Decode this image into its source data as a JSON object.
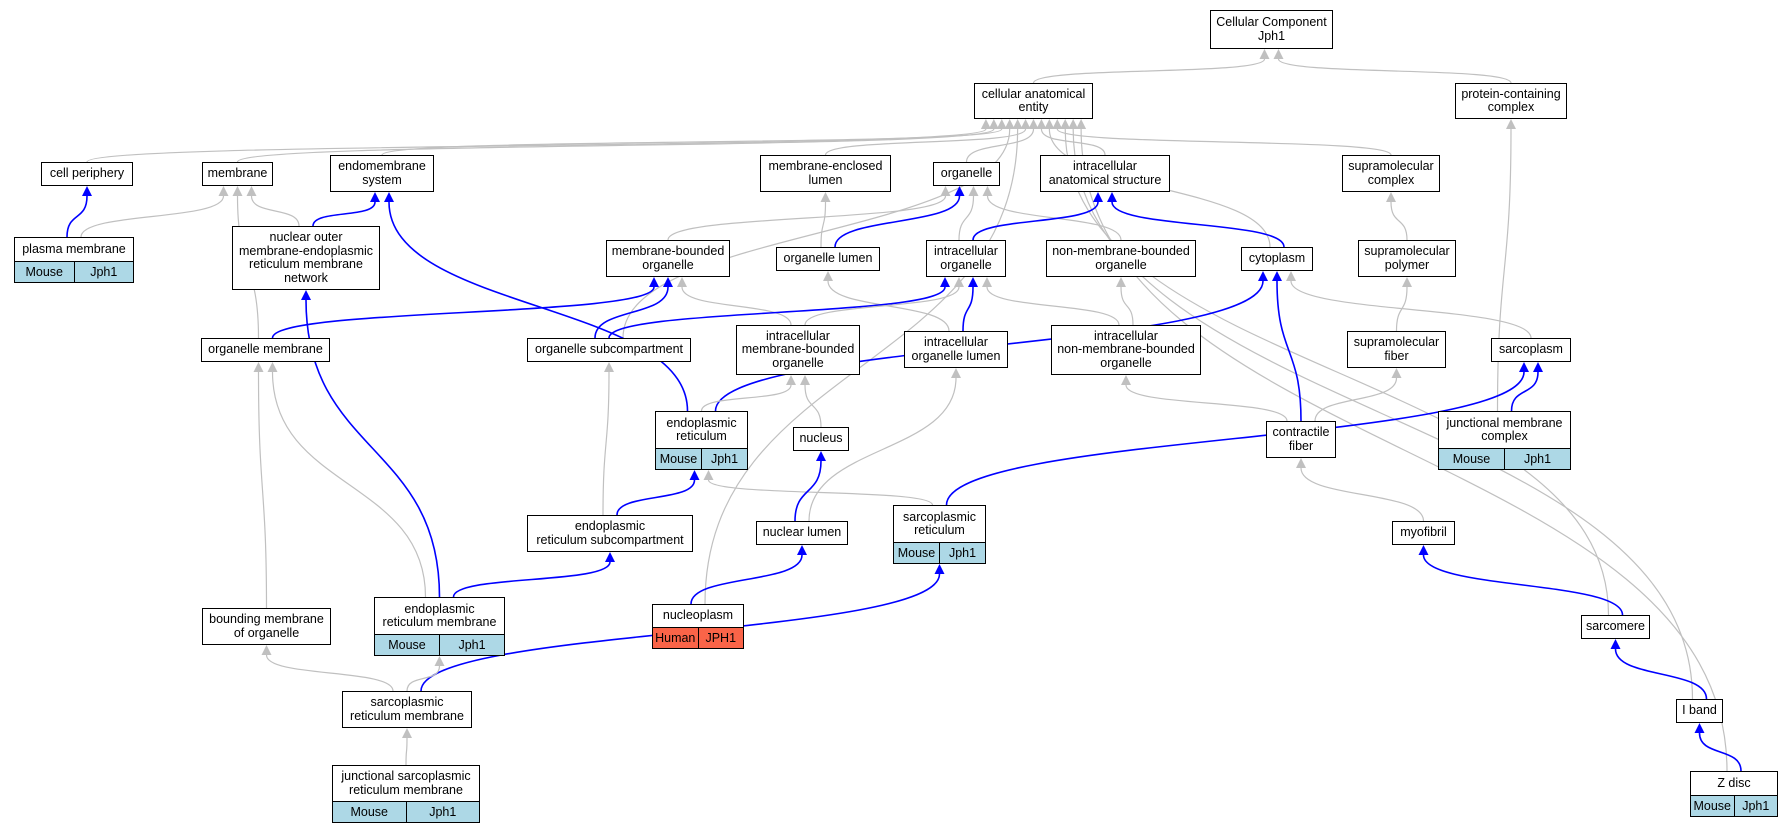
{
  "colors": {
    "is_a": "#c0c0c0",
    "part_of": "#0000ff",
    "mouse": "#add8e6",
    "human": "#fa6448"
  },
  "nodes": {
    "cc": {
      "lines": [
        "Cellular Component",
        "Jph1"
      ]
    },
    "cae": {
      "lines": [
        "cellular anatomical",
        "entity"
      ]
    },
    "pcc": {
      "lines": [
        "protein-containing",
        "complex"
      ]
    },
    "cp": {
      "lines": [
        "cell periphery"
      ]
    },
    "mem": {
      "lines": [
        "membrane"
      ]
    },
    "ems": {
      "lines": [
        "endomembrane",
        "system"
      ]
    },
    "mel": {
      "lines": [
        "membrane-enclosed",
        "lumen"
      ]
    },
    "org": {
      "lines": [
        "organelle"
      ]
    },
    "ias": {
      "lines": [
        "intracellular",
        "anatomical structure"
      ]
    },
    "smc": {
      "lines": [
        "supramolecular",
        "complex"
      ]
    },
    "pm": {
      "lines": [
        "plasma membrane"
      ],
      "annot": {
        "species": "Mouse",
        "gene": "Jph1"
      }
    },
    "nomer": {
      "lines": [
        "nuclear outer",
        "membrane-endoplasmic",
        "reticulum membrane",
        "network"
      ]
    },
    "mbo": {
      "lines": [
        "membrane-bounded",
        "organelle"
      ]
    },
    "orgl": {
      "lines": [
        "organelle lumen"
      ]
    },
    "io": {
      "lines": [
        "intracellular",
        "organelle"
      ]
    },
    "nmbo": {
      "lines": [
        "non-membrane-bounded",
        "organelle"
      ]
    },
    "cyto": {
      "lines": [
        "cytoplasm"
      ]
    },
    "smp": {
      "lines": [
        "supramolecular",
        "polymer"
      ]
    },
    "om": {
      "lines": [
        "organelle membrane"
      ]
    },
    "osc": {
      "lines": [
        "organelle subcompartment"
      ]
    },
    "imbo": {
      "lines": [
        "intracellular",
        "membrane-bounded",
        "organelle"
      ]
    },
    "iol": {
      "lines": [
        "intracellular",
        "organelle lumen"
      ]
    },
    "inmbo": {
      "lines": [
        "intracellular",
        "non-membrane-bounded",
        "organelle"
      ]
    },
    "smf": {
      "lines": [
        "supramolecular",
        "fiber"
      ]
    },
    "sarcopl": {
      "lines": [
        "sarcoplasm"
      ]
    },
    "er": {
      "lines": [
        "endoplasmic",
        "reticulum"
      ],
      "annot": {
        "species": "Mouse",
        "gene": "Jph1"
      }
    },
    "nuc": {
      "lines": [
        "nucleus"
      ]
    },
    "cf": {
      "lines": [
        "contractile",
        "fiber"
      ]
    },
    "jmc": {
      "lines": [
        "junctional membrane",
        "complex"
      ],
      "annot": {
        "species": "Mouse",
        "gene": "Jph1"
      }
    },
    "ersc": {
      "lines": [
        "endoplasmic",
        "reticulum subcompartment"
      ]
    },
    "nl": {
      "lines": [
        "nuclear lumen"
      ]
    },
    "sr": {
      "lines": [
        "sarcoplasmic",
        "reticulum"
      ],
      "annot": {
        "species": "Mouse",
        "gene": "Jph1"
      }
    },
    "myo": {
      "lines": [
        "myofibril"
      ]
    },
    "bmo": {
      "lines": [
        "bounding membrane",
        "of organelle"
      ]
    },
    "erm": {
      "lines": [
        "endoplasmic",
        "reticulum membrane"
      ],
      "annot": {
        "species": "Mouse",
        "gene": "Jph1"
      }
    },
    "np": {
      "lines": [
        "nucleoplasm"
      ],
      "annot": {
        "species": "Human",
        "gene": "JPH1"
      }
    },
    "sarc": {
      "lines": [
        "sarcomere"
      ]
    },
    "srm": {
      "lines": [
        "sarcoplasmic",
        "reticulum membrane"
      ]
    },
    "iband": {
      "lines": [
        "I band"
      ]
    },
    "jsrm": {
      "lines": [
        "junctional sarcoplasmic",
        "reticulum membrane"
      ],
      "annot": {
        "species": "Mouse",
        "gene": "Jph1"
      }
    },
    "zdisc": {
      "lines": [
        "Z disc"
      ],
      "annot": {
        "species": "Mouse",
        "gene": "Jph1"
      }
    }
  },
  "edges": [
    {
      "from": "cae",
      "to": "cc",
      "type": "is_a"
    },
    {
      "from": "pcc",
      "to": "cc",
      "type": "is_a"
    },
    {
      "from": "cp",
      "to": "cae",
      "type": "is_a"
    },
    {
      "from": "mem",
      "to": "cae",
      "type": "is_a"
    },
    {
      "from": "ems",
      "to": "cae",
      "type": "is_a"
    },
    {
      "from": "mel",
      "to": "cae",
      "type": "is_a"
    },
    {
      "from": "org",
      "to": "cae",
      "type": "is_a"
    },
    {
      "from": "ias",
      "to": "cae",
      "type": "is_a"
    },
    {
      "from": "smc",
      "to": "cae",
      "type": "is_a"
    },
    {
      "from": "cyto",
      "to": "cae",
      "type": "is_a"
    },
    {
      "from": "osc",
      "to": "cae",
      "type": "is_a"
    },
    {
      "from": "np",
      "to": "cae",
      "type": "is_a"
    },
    {
      "from": "sarc",
      "to": "cae",
      "type": "is_a"
    },
    {
      "from": "iband",
      "to": "cae",
      "type": "is_a"
    },
    {
      "from": "zdisc",
      "to": "cae",
      "type": "is_a"
    },
    {
      "from": "jmc",
      "to": "pcc",
      "type": "is_a"
    },
    {
      "from": "pm",
      "to": "cp",
      "type": "part_of"
    },
    {
      "from": "pm",
      "to": "mem",
      "type": "is_a"
    },
    {
      "from": "nomer",
      "to": "mem",
      "type": "is_a"
    },
    {
      "from": "om",
      "to": "mem",
      "type": "is_a"
    },
    {
      "from": "nomer",
      "to": "ems",
      "type": "part_of"
    },
    {
      "from": "er",
      "to": "ems",
      "type": "part_of"
    },
    {
      "from": "orgl",
      "to": "mel",
      "type": "is_a"
    },
    {
      "from": "orgl",
      "to": "org",
      "type": "part_of"
    },
    {
      "from": "mbo",
      "to": "org",
      "type": "is_a"
    },
    {
      "from": "io",
      "to": "org",
      "type": "is_a"
    },
    {
      "from": "nmbo",
      "to": "org",
      "type": "is_a"
    },
    {
      "from": "io",
      "to": "ias",
      "type": "part_of"
    },
    {
      "from": "cyto",
      "to": "ias",
      "type": "part_of"
    },
    {
      "from": "smp",
      "to": "smc",
      "type": "is_a"
    },
    {
      "from": "erm",
      "to": "nomer",
      "type": "part_of"
    },
    {
      "from": "om",
      "to": "mbo",
      "type": "part_of"
    },
    {
      "from": "osc",
      "to": "mbo",
      "type": "part_of"
    },
    {
      "from": "imbo",
      "to": "mbo",
      "type": "is_a"
    },
    {
      "from": "iol",
      "to": "orgl",
      "type": "is_a"
    },
    {
      "from": "osc",
      "to": "io",
      "type": "part_of"
    },
    {
      "from": "imbo",
      "to": "io",
      "type": "is_a"
    },
    {
      "from": "iol",
      "to": "io",
      "type": "part_of"
    },
    {
      "from": "inmbo",
      "to": "io",
      "type": "is_a"
    },
    {
      "from": "inmbo",
      "to": "nmbo",
      "type": "is_a"
    },
    {
      "from": "er",
      "to": "cyto",
      "type": "part_of"
    },
    {
      "from": "cf",
      "to": "cyto",
      "type": "part_of"
    },
    {
      "from": "sarcopl",
      "to": "cyto",
      "type": "is_a"
    },
    {
      "from": "smf",
      "to": "smp",
      "type": "is_a"
    },
    {
      "from": "bmo",
      "to": "om",
      "type": "is_a"
    },
    {
      "from": "erm",
      "to": "om",
      "type": "is_a"
    },
    {
      "from": "ersc",
      "to": "osc",
      "type": "is_a"
    },
    {
      "from": "er",
      "to": "imbo",
      "type": "is_a"
    },
    {
      "from": "nuc",
      "to": "imbo",
      "type": "is_a"
    },
    {
      "from": "nl",
      "to": "iol",
      "type": "is_a"
    },
    {
      "from": "cf",
      "to": "inmbo",
      "type": "is_a"
    },
    {
      "from": "cf",
      "to": "smf",
      "type": "is_a"
    },
    {
      "from": "sr",
      "to": "sarcopl",
      "type": "part_of"
    },
    {
      "from": "jmc",
      "to": "sarcopl",
      "type": "part_of"
    },
    {
      "from": "ersc",
      "to": "er",
      "type": "part_of"
    },
    {
      "from": "sr",
      "to": "er",
      "type": "is_a"
    },
    {
      "from": "nl",
      "to": "nuc",
      "type": "part_of"
    },
    {
      "from": "myo",
      "to": "cf",
      "type": "is_a"
    },
    {
      "from": "erm",
      "to": "ersc",
      "type": "part_of"
    },
    {
      "from": "np",
      "to": "nl",
      "type": "part_of"
    },
    {
      "from": "srm",
      "to": "sr",
      "type": "part_of"
    },
    {
      "from": "sarc",
      "to": "myo",
      "type": "part_of"
    },
    {
      "from": "srm",
      "to": "bmo",
      "type": "is_a"
    },
    {
      "from": "srm",
      "to": "erm",
      "type": "is_a"
    },
    {
      "from": "iband",
      "to": "sarc",
      "type": "part_of"
    },
    {
      "from": "jsrm",
      "to": "srm",
      "type": "is_a"
    },
    {
      "from": "zdisc",
      "to": "iband",
      "type": "part_of"
    }
  ]
}
